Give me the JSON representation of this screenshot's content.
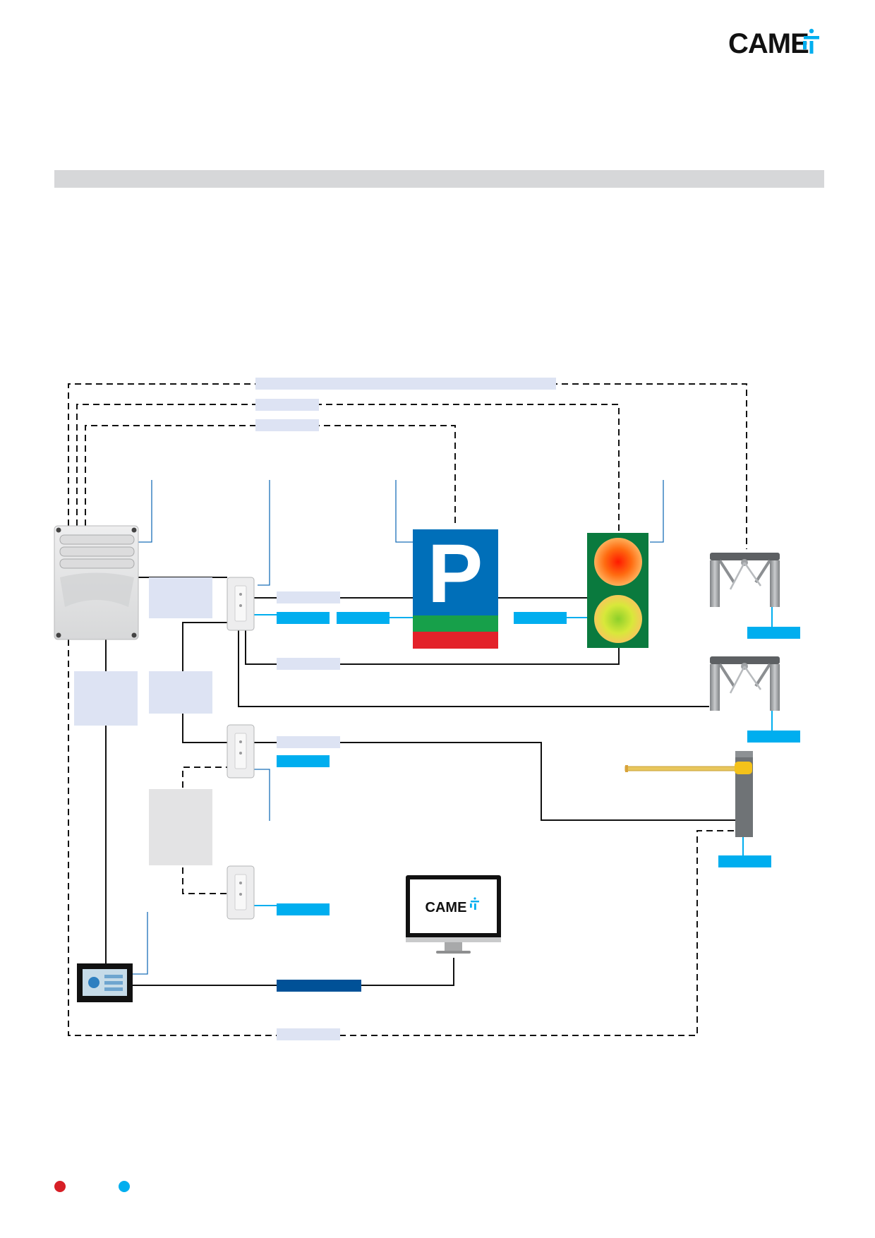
{
  "brand": {
    "logo_text": "CAME",
    "colors": {
      "accent_blue": "#00aeef",
      "dark_blue": "#005197",
      "label_pale": "#dde3f3",
      "label_gray": "#e3e3e4",
      "header_gray": "#d6d7d9",
      "legend_red": "#d71f26",
      "legend_blue": "#00aeef",
      "parking_sign_blue": "#006fb9",
      "parking_sign_green": "#17a04a",
      "parking_sign_red": "#e3222a",
      "traffic_light_green": "#0a7a3e"
    }
  },
  "diagram": {
    "components": [
      {
        "id": "control-panel",
        "icon": "control-panel-icon"
      },
      {
        "id": "parking-sign",
        "letter": "P",
        "icon": "parking-sign-icon"
      },
      {
        "id": "traffic-light",
        "icon": "traffic-light-icon"
      },
      {
        "id": "turnstile-1",
        "icon": "turnstile-icon"
      },
      {
        "id": "turnstile-2",
        "icon": "turnstile-icon"
      },
      {
        "id": "barrier",
        "icon": "barrier-icon"
      },
      {
        "id": "io-module-1",
        "icon": "io-module-icon"
      },
      {
        "id": "io-module-2",
        "icon": "io-module-icon"
      },
      {
        "id": "io-module-3",
        "icon": "io-module-icon"
      },
      {
        "id": "touch-panel",
        "icon": "touch-panel-icon"
      },
      {
        "id": "monitor",
        "screen_text": "CAME",
        "icon": "monitor-icon"
      }
    ]
  }
}
